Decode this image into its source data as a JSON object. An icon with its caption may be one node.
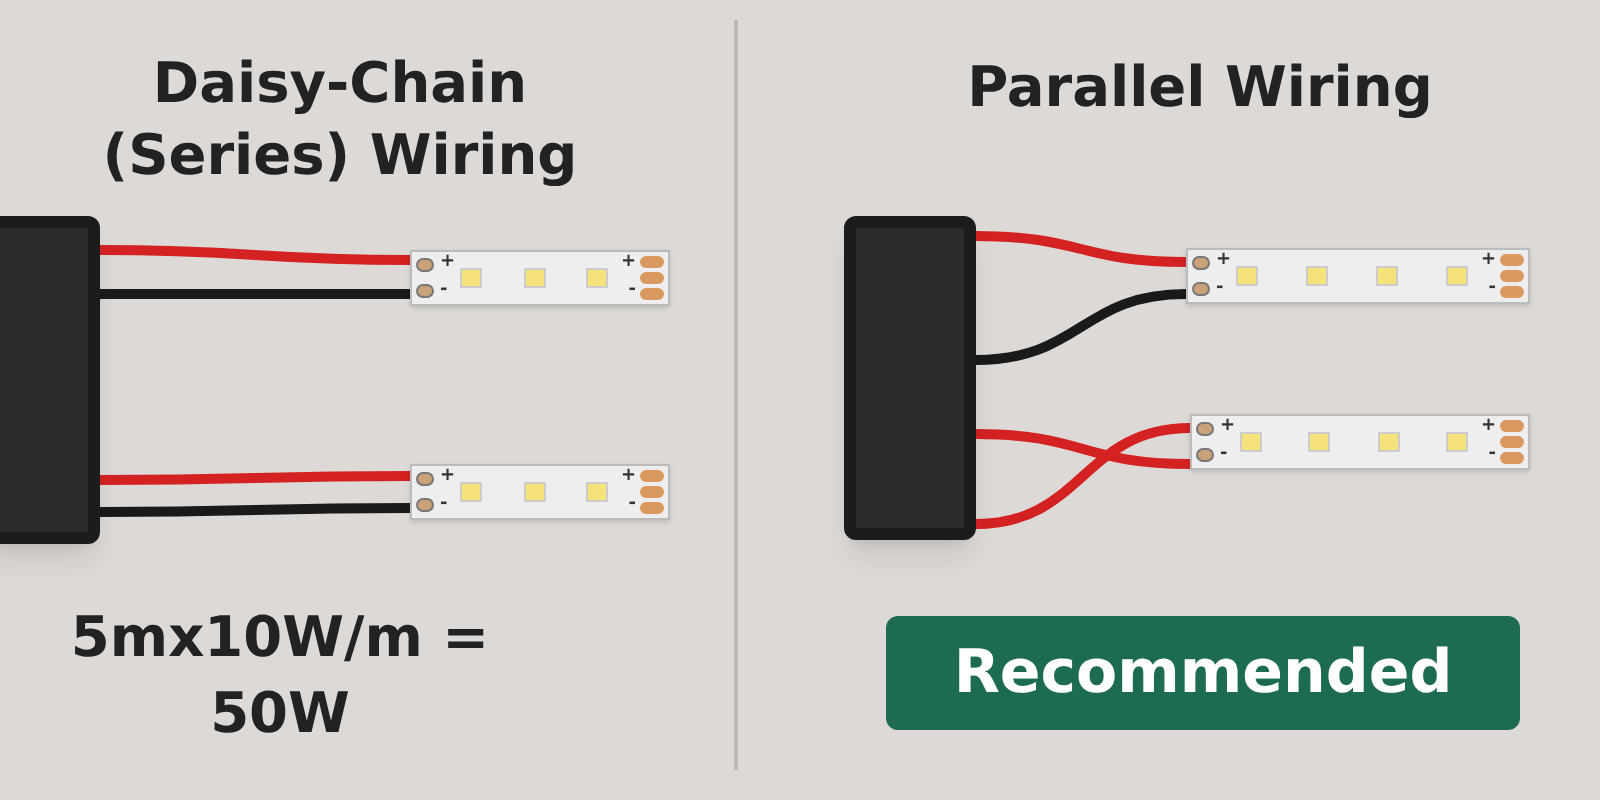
{
  "diagram": {
    "nodes": [
      {
        "text": [],
        "shape": "box"
      },
      {
        "text": [],
        "shape": "bar"
      },
      {
        "text": [],
        "shape": "bar"
      },
      {
        "text": [],
        "shape": "box"
      },
      {
        "text": [],
        "shape": "bar"
      },
      {
        "text": [],
        "shape": "bar"
      },
      {
        "text": [
          "Recommended"
        ]
      }
    ],
    "edges": [
      {
        "from": 0,
        "to": 1,
        "arrow": "none",
        "color": "#d42222"
      },
      {
        "from": 0,
        "to": 1,
        "arrow": "none",
        "color": "#1a1a1a"
      },
      {
        "from": 0,
        "to": 2,
        "arrow": "none",
        "color": "#d42222"
      },
      {
        "from": 0,
        "to": 2,
        "arrow": "none",
        "color": "#1a1a1a"
      },
      {
        "from": 3,
        "to": 4,
        "arrow": "none",
        "color": "#d42222"
      },
      {
        "from": 3,
        "to": 4,
        "arrow": "none",
        "color": "#1a1a1a"
      },
      {
        "from": 3,
        "to": 5,
        "arrow": "none",
        "color": "#d42222"
      },
      {
        "from": 3,
        "to": 5,
        "arrow": "none",
        "color": "#d42222"
      }
    ],
    "labels": [
      "Daisy-Chain (Series) Wiring",
      "Parallel Wiring",
      "+",
      "-",
      "+",
      "-",
      "+",
      "-",
      "+",
      "-",
      "+",
      "-",
      "+",
      "-",
      "+",
      "-",
      "+",
      "-",
      "5mx10W/m = 50W"
    ]
  }
}
